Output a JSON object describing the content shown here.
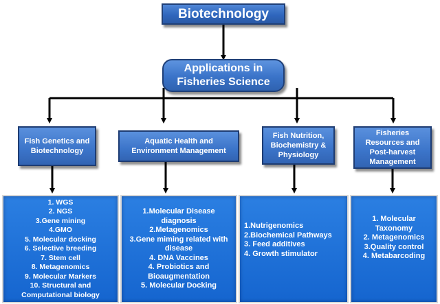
{
  "title": "Biotechnology",
  "applications": "Applications in Fisheries Science",
  "categories": [
    {
      "label": "Fish Genetics and Biotechnology",
      "items": [
        "1.     WGS",
        "2.     NGS",
        "3.Gene mining",
        "4.GMO",
        "5. Molecular docking",
        "6. Selective breeding",
        "7. Stem cell",
        "8. Metagenomics",
        "9. Molecular Markers",
        "10. Structural and Computational biology"
      ]
    },
    {
      "label": "Aquatic Health and Environment Management",
      "items": [
        "1.Molecular Disease diagnosis",
        "2.Metagenomics",
        "3.Gene miming related with disease",
        "4. DNA Vaccines",
        "4. Probiotics and Bioaugmentation",
        "5. Molecular Docking"
      ]
    },
    {
      "label": "Fish Nutrition, Biochemistry & Physiology",
      "items": [
        "1.Nutrigenomics",
        "2.Biochemical Pathways",
        "3. Feed additives",
        "4. Growth stimulator"
      ]
    },
    {
      "label": "Fisheries Resources and Post-harvest Management",
      "items": [
        "1. Molecular Taxonomy",
        "2. Metagenomics",
        "3.Quality control",
        "4. Metabarcoding"
      ]
    }
  ]
}
